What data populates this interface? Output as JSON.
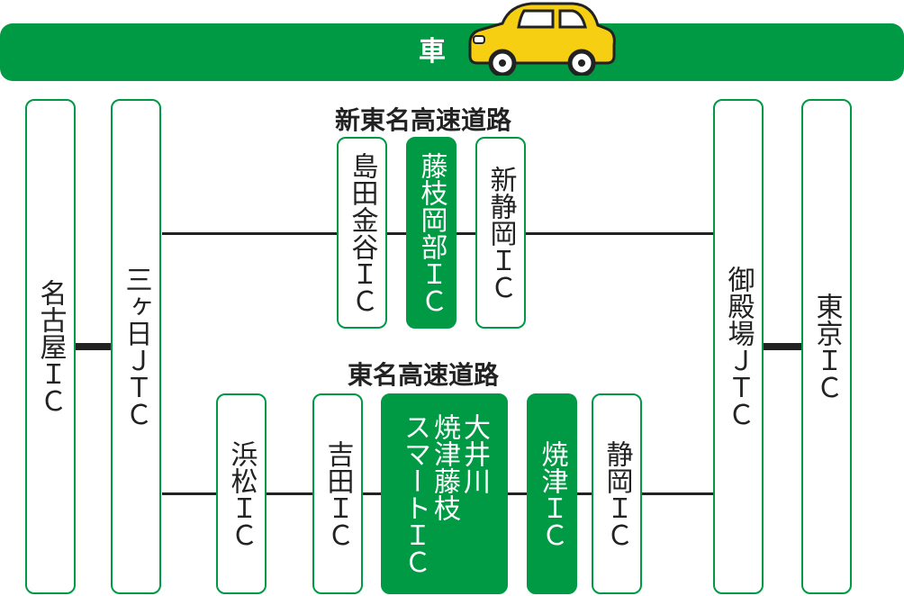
{
  "header": {
    "title": "車",
    "icon": "car-icon",
    "bar_color": "#009944",
    "car_color": "#f6cf12"
  },
  "roads": {
    "shin_tomei": "新東名高速道路",
    "tomei": "東名高速道路"
  },
  "nodes": {
    "nagoya": "名古屋ＩＣ",
    "mikkabi": "三ヶ日ＪＴＣ",
    "gotemba": "御殿場ＪＴＣ",
    "tokyo": "東京ＩＣ",
    "shimada_kanaya": "島田金谷ＩＣ",
    "fujieda_okabe": "藤枝岡部ＩＣ",
    "shin_shizuoka": "新静岡ＩＣ",
    "hamamatsu": "浜松ＩＣ",
    "yoshida": "吉田ＩＣ",
    "oi_yaizu_fujieda": "大井川\n焼津藤枝\nスマートＩＣ",
    "yaizu": "焼津ＩＣ",
    "shizuoka": "静岡ＩＣ"
  },
  "colors": {
    "green": "#009944",
    "line": "#222222",
    "text": "#222222"
  }
}
